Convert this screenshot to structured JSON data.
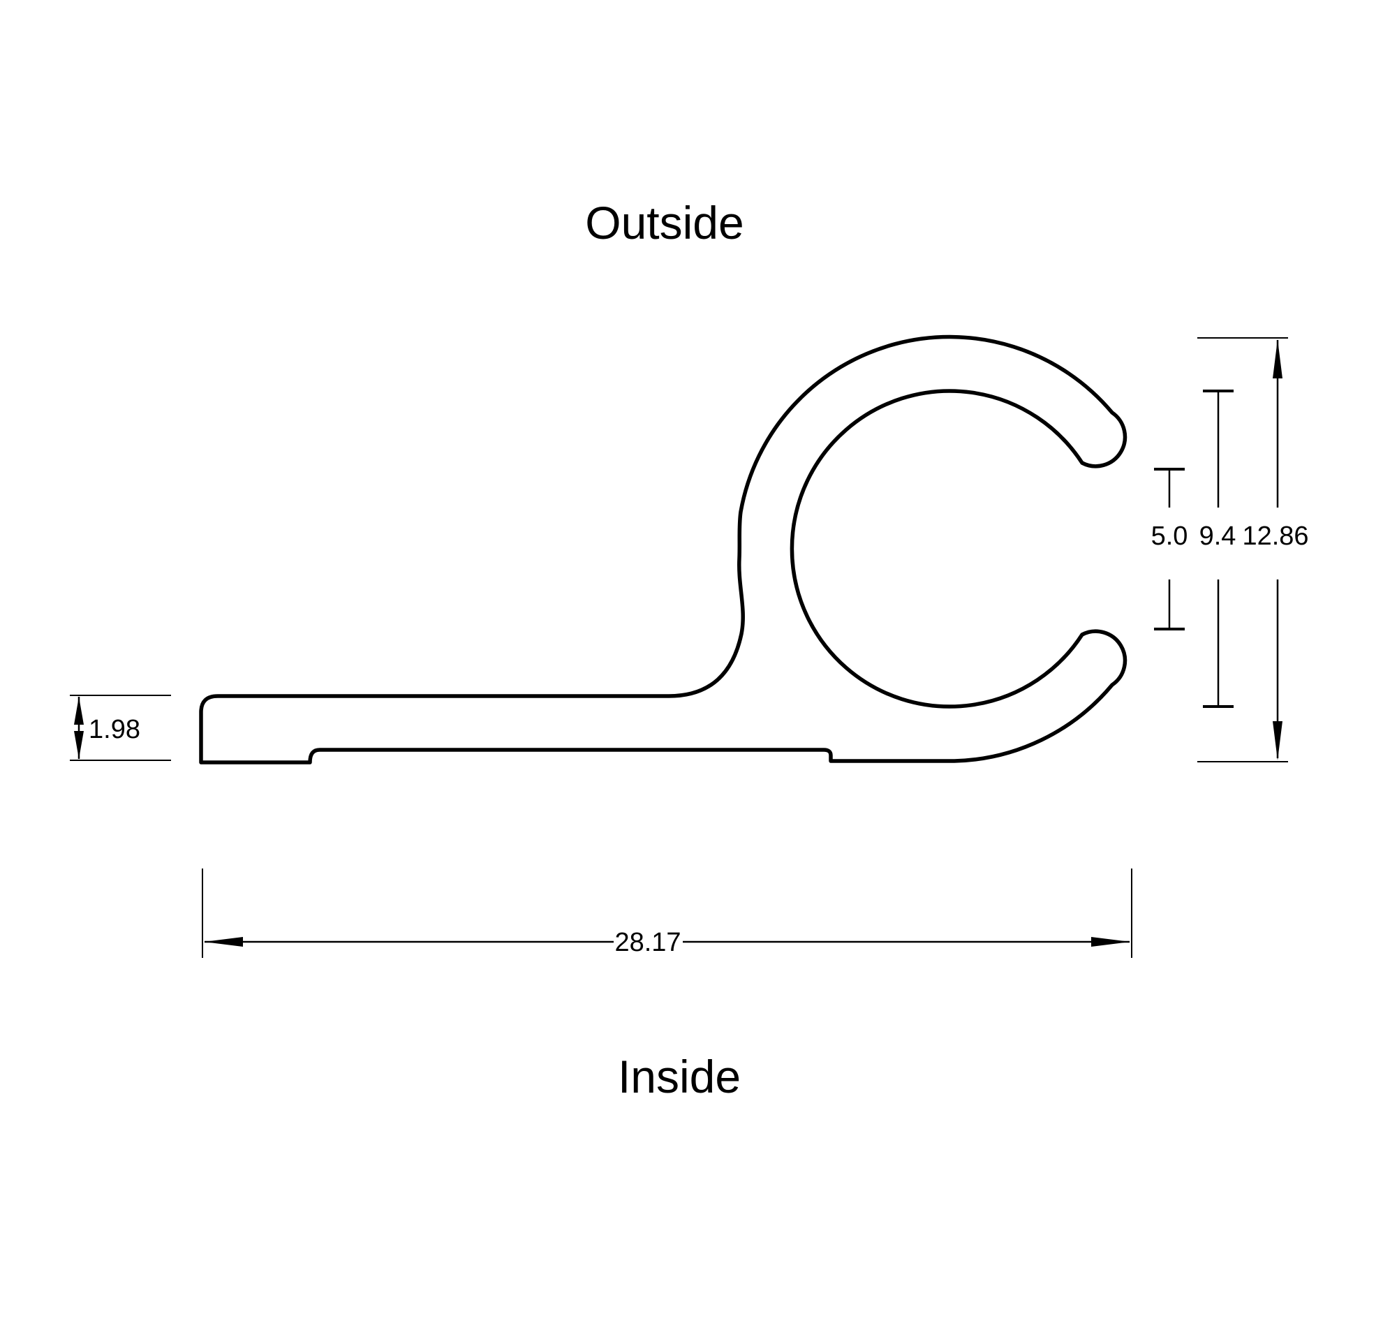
{
  "drawing": {
    "label_top": "Outside",
    "label_bottom": "Inside",
    "dimensions": {
      "foot_thickness": "1.98",
      "overall_width": "28.17",
      "opening_gap": "5.0",
      "inner_diameter": "9.4",
      "overall_height": "12.86"
    }
  },
  "colors": {
    "line": "#000000",
    "background": "#ffffff"
  }
}
